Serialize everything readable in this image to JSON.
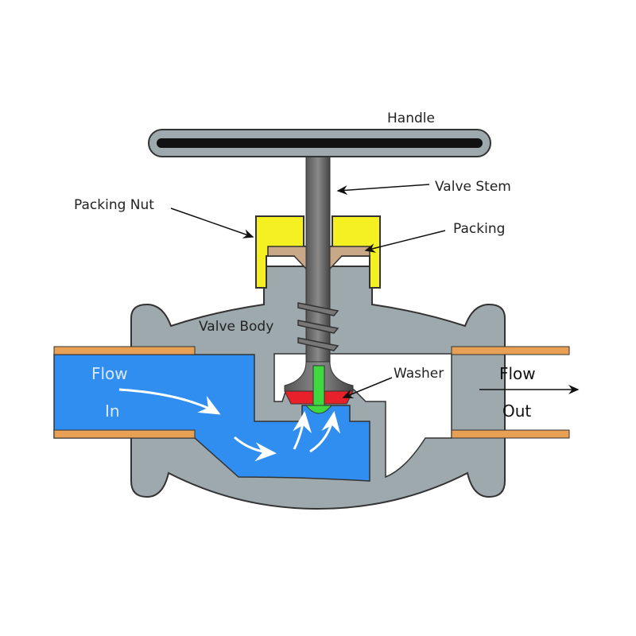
{
  "labels": {
    "handle": "Handle",
    "valve_stem": "Valve Stem",
    "packing_nut": "Packing Nut",
    "packing": "Packing",
    "valve_body": "Valve Body",
    "washer": "Washer",
    "flow_in_1": "Flow",
    "flow_in_2": "In",
    "flow_out_1": "Flow",
    "flow_out_2": "Out"
  },
  "colors": {
    "body": "#9ea9ae",
    "water": "#2f8ef0",
    "pipe": "#e8a055",
    "packing_nut": "#f4f022",
    "packing": "#c9a887",
    "washer": "#e8202a",
    "screw": "#3fd83f",
    "stem": "#6c6c6c"
  }
}
